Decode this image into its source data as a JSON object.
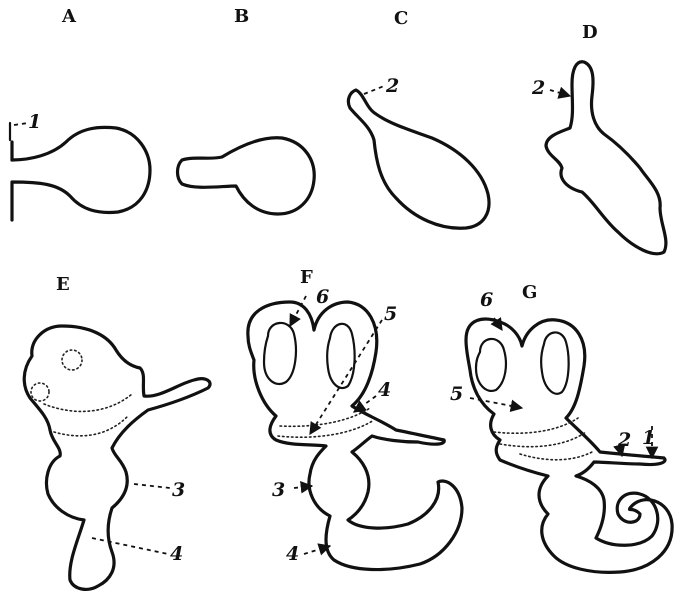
{
  "panels": {
    "a": "A",
    "b": "B",
    "c": "C",
    "d": "D",
    "e": "E",
    "f": "F",
    "g": "G"
  },
  "labels": {
    "a_1": "1",
    "c_2": "2",
    "d_2": "2",
    "e_3": "3",
    "e_4": "4",
    "f_6": "6",
    "f_5": "5",
    "f_4_upper": "4",
    "f_3": "3",
    "f_4_lower": "4",
    "g_6": "6",
    "g_5": "5",
    "g_2": "2",
    "g_1": "1"
  }
}
